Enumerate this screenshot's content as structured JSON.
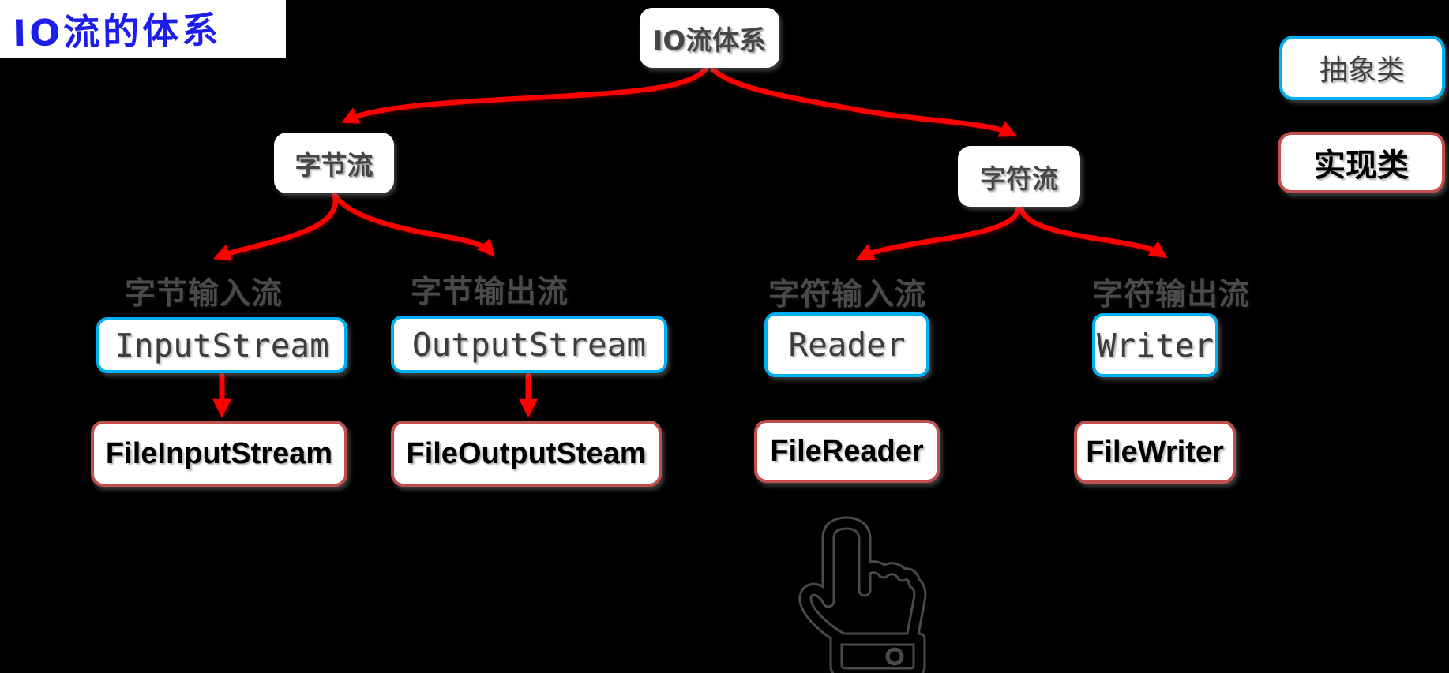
{
  "page_title": "IO流的体系",
  "root": {
    "label": "IO流体系"
  },
  "tree": {
    "branches": [
      {
        "label": "字节流",
        "children": [
          {
            "category": "字节输入流",
            "abstract": "InputStream",
            "implementation": "FileInputStream",
            "has_arrow": true
          },
          {
            "category": "字节输出流",
            "abstract": "OutputStream",
            "implementation": "FileOutputSteam",
            "has_arrow": true
          }
        ]
      },
      {
        "label": "字符流",
        "children": [
          {
            "category": "字符输入流",
            "abstract": "Reader",
            "implementation": "FileReader",
            "has_arrow": false
          },
          {
            "category": "字符输出流",
            "abstract": "Writer",
            "implementation": "FileWriter",
            "has_arrow": false
          }
        ]
      }
    ]
  },
  "legend": {
    "abstract": {
      "label": "抽象类"
    },
    "implementation": {
      "label": "实现类"
    }
  },
  "icons": {
    "hand_pointer": "hand-pointer-icon"
  },
  "colors": {
    "background": "#000000",
    "title_text": "#1E1EEA",
    "abstract_border": "#00B0F0",
    "implementation_border": "#C0504D",
    "arrow": "#FE0000",
    "node_text": "#464646",
    "category_text": "#4A4A4A"
  }
}
